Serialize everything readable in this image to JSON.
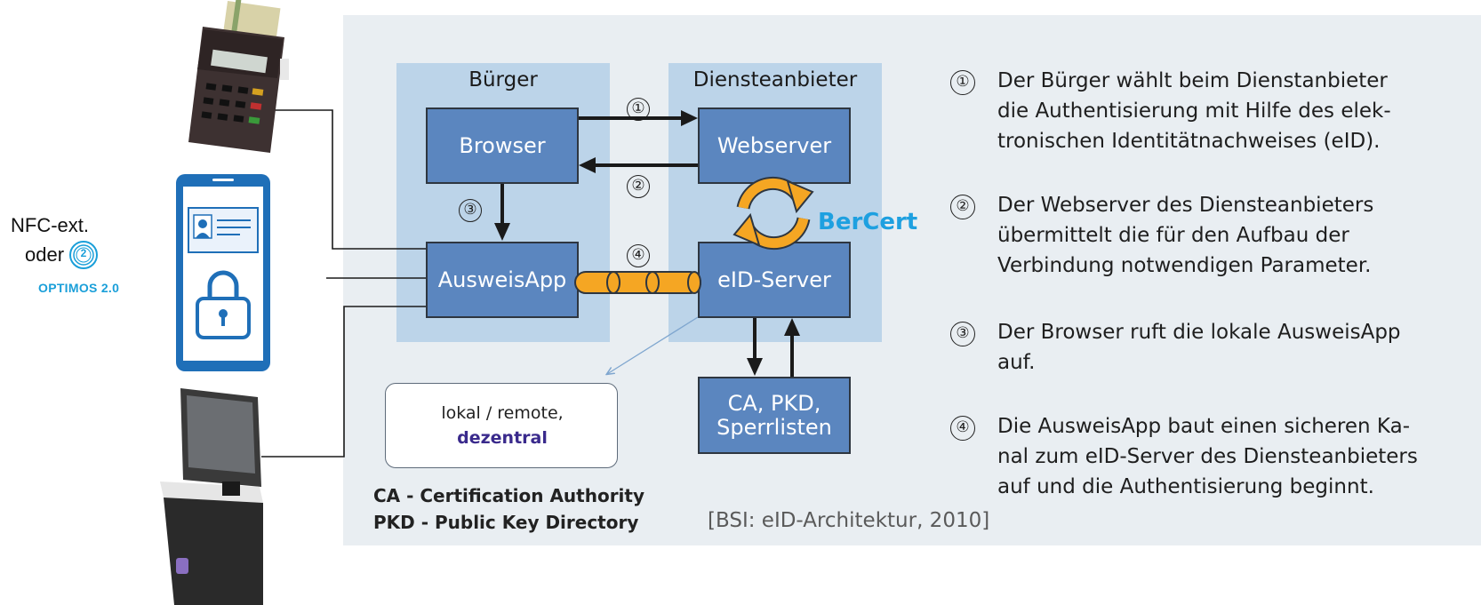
{
  "zones": {
    "buerger": "Bürger",
    "diensteanbieter": "Diensteanbieter"
  },
  "boxes": {
    "browser": "Browser",
    "webserver": "Webserver",
    "ausweisapp": "AusweisApp",
    "eid_server": "eID-Server",
    "ca_pkd_line1": "CA, PKD,",
    "ca_pkd_line2": "Sperrlisten"
  },
  "arrow_numbers": [
    "①",
    "②",
    "③",
    "④"
  ],
  "bercert_label": "BerCert",
  "note": {
    "line1": "lokal / remote,",
    "line2": "dezentral"
  },
  "legend": [
    "CA - Certification Authority",
    "PKD - Public Key Directory"
  ],
  "citation": "[BSI: eID-Architektur, 2010]",
  "steps": [
    {
      "num": "①",
      "lines": [
        "Der Bürger wählt beim Dienstanbieter",
        "die Authentisierung mit Hilfe des elek-",
        "tronischen Identitätnachweises (eID)."
      ]
    },
    {
      "num": "②",
      "lines": [
        "Der Webserver des Diensteanbieters",
        "übermittelt die für den Aufbau der",
        "Verbindung notwendigen Parameter."
      ]
    },
    {
      "num": "③",
      "lines": [
        "Der Browser ruft die lokale AusweisApp",
        "auf."
      ]
    },
    {
      "num": "④",
      "lines": [
        "Die AusweisApp baut einen sicheren Ka-",
        "nal zum eID-Server des Diensteanbieters",
        "auf und die Authentisierung beginnt."
      ]
    }
  ],
  "left_labels": {
    "nfc": "NFC-ext.",
    "oder": "oder",
    "optimos_logo_text": "OPTIMOS 2.0",
    "optimos_digit": "2"
  },
  "icons": [
    "card-reader-icon",
    "smartphone-icon",
    "kiosk-terminal-icon",
    "sync-arrows-icon",
    "optimos-logo"
  ],
  "colors": {
    "panel": "#e9eef2",
    "zone": "#bcd4e9",
    "box": "#5b86bf",
    "tunnel": "#f5a623",
    "bercert": "#1ea0e0",
    "dezentral": "#3a2a8c",
    "optimos": "#1a9fd9"
  }
}
